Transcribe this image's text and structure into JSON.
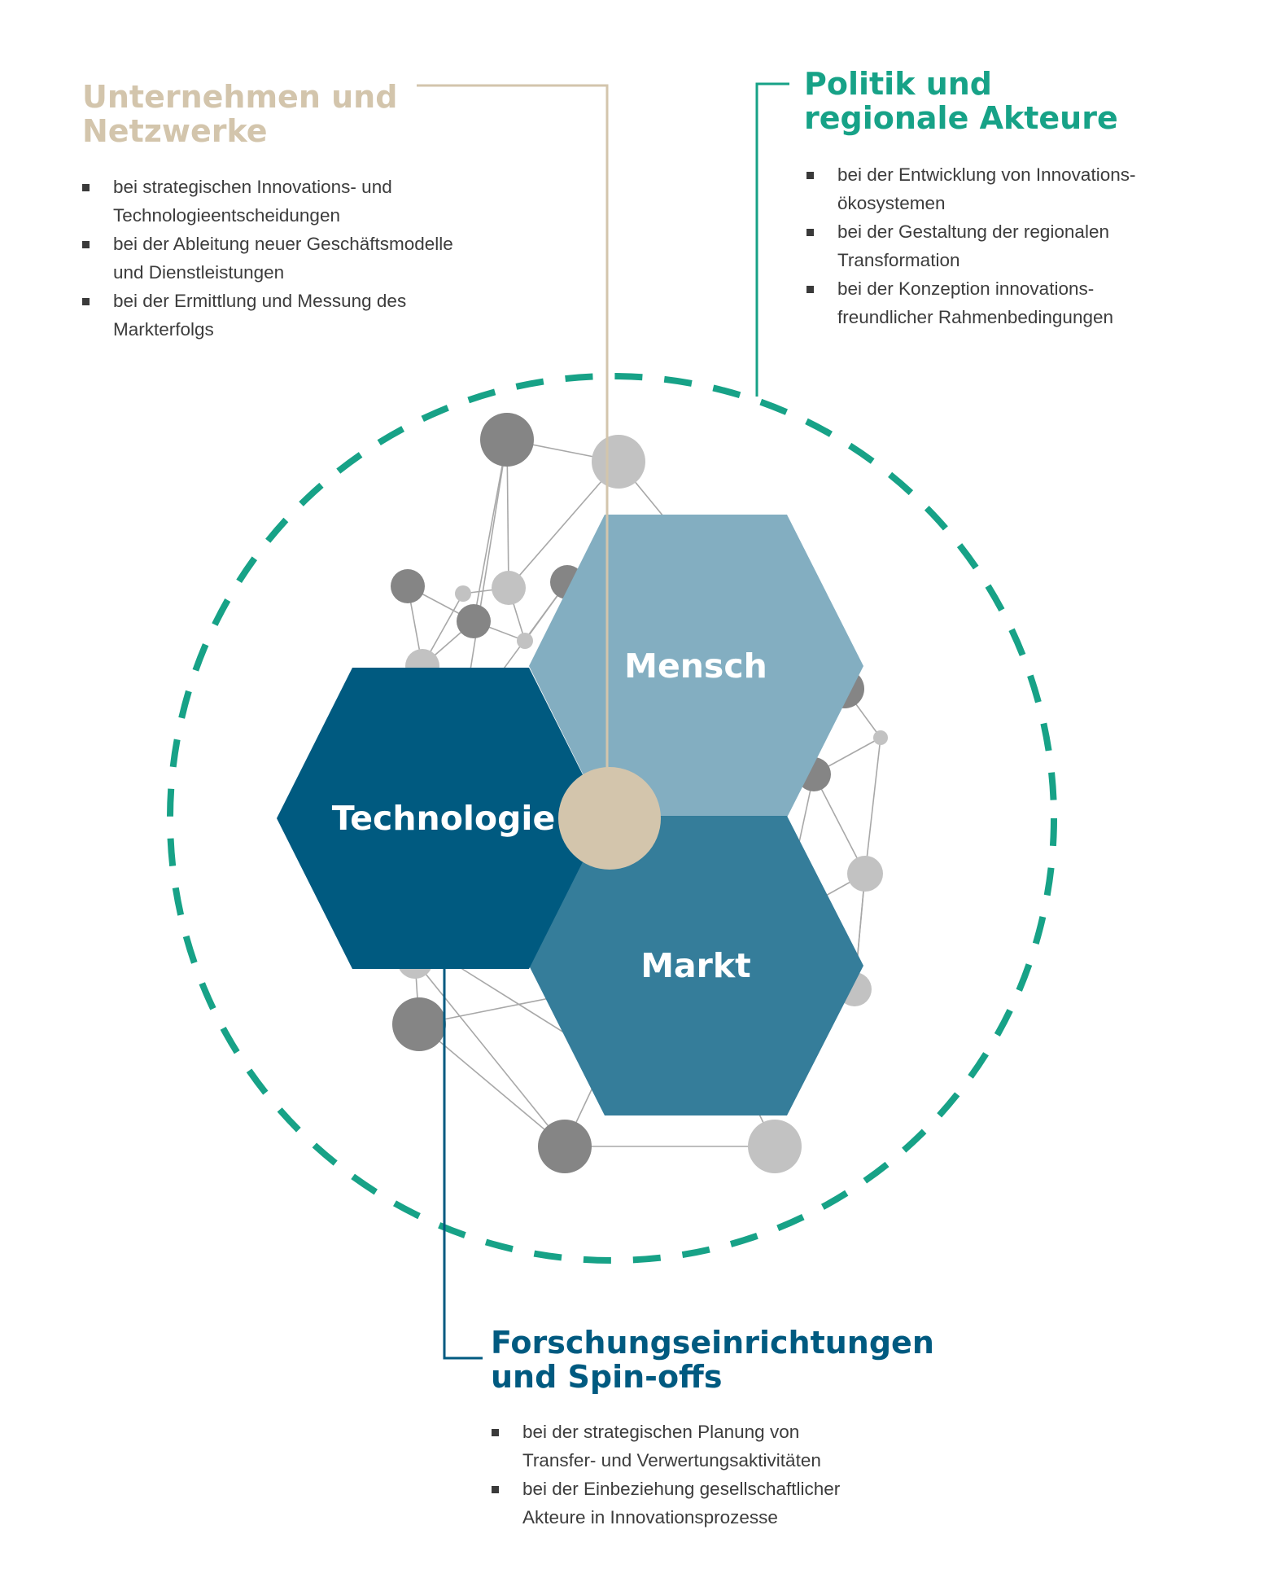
{
  "colors": {
    "beige": "#d3c5ac",
    "green": "#17a287",
    "navy": "#005a80",
    "light_blue": "#83aec1",
    "mid_blue": "#357d9a",
    "node_dark": "#858585",
    "node_light": "#c2c2c2",
    "text": "#3c3c3c"
  },
  "groups": {
    "unternehmen": {
      "title_lines": [
        "Unternehmen und",
        "Netzwerke"
      ],
      "color": "#d3c5ac",
      "bullets": [
        [
          "bei strategischen Innovations- und",
          "Technologieentscheidungen"
        ],
        [
          "bei der Ableitung neuer Geschäftsmodelle",
          "und Dienstleistungen"
        ],
        [
          "bei der Ermittlung und Messung des",
          "Markterfolgs"
        ]
      ]
    },
    "politik": {
      "title_lines": [
        "Politik und",
        "regionale Akteure"
      ],
      "color": "#17a287",
      "bullets": [
        [
          "bei der Entwicklung von Innovations-",
          "ökosystemen"
        ],
        [
          "bei der Gestaltung der regionalen",
          "Transformation"
        ],
        [
          "bei der Konzeption innovations-",
          "freundlicher Rahmenbedingungen"
        ]
      ]
    },
    "forschung": {
      "title_lines": [
        "Forschungseinrichtungen",
        "und Spin-offs"
      ],
      "color": "#005a80",
      "bullets": [
        [
          "bei der strategischen Planung von",
          "Transfer- und Verwertungsaktivitäten"
        ],
        [
          "bei der Einbeziehung gesellschaftlicher",
          "Akteure in Innovationsprozesse"
        ]
      ]
    }
  },
  "hexagons": {
    "technologie": {
      "label": "Technologie",
      "color": "#005a80"
    },
    "mensch": {
      "label": "Mensch",
      "color": "#83aec1"
    },
    "markt": {
      "label": "Markt",
      "color": "#357d9a"
    }
  },
  "center_dot_color": "#d3c5ac",
  "node_count": 24,
  "connector_lines": [
    "unternehmen-connector",
    "politik-connector",
    "forschung-connector"
  ]
}
